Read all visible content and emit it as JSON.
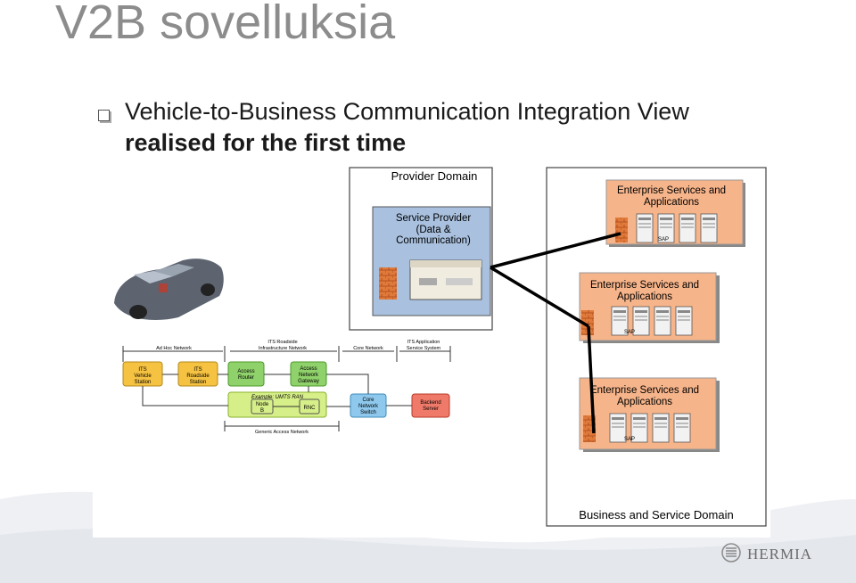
{
  "title": "V2B sovelluksia",
  "bullet": {
    "line1": "Vehicle-to-Business Communication Integration View",
    "line2": "realised for the first time"
  },
  "diagram": {
    "provider_domain": {
      "title": "Provider Domain",
      "service_provider": [
        "Service Provider",
        "(Data &",
        "Communication)"
      ]
    },
    "business_domain": {
      "title": "Business and Service Domain",
      "enterprise_label_1": "Enterprise Services and",
      "enterprise_label_2": "Applications",
      "server_badge": "SAP"
    },
    "network": {
      "top_labels": [
        "Ad Hoc Network",
        "ITS Roadside",
        "Infrastructure Network",
        "Core Network",
        "ITS Application",
        "Service System"
      ],
      "its_vehicle": [
        "ITS",
        "Vehicle",
        "Station"
      ],
      "its_roadside": [
        "ITS",
        "Roadside",
        "Station"
      ],
      "access_router": [
        "Access",
        "Router"
      ],
      "access_gateway": [
        "Access",
        "Network",
        "Gateway"
      ],
      "umts_label": "Example: UMTS RAN",
      "node_b": [
        "Node",
        "B"
      ],
      "rnc": "RNC",
      "core_switch": [
        "Core",
        "Network",
        "Switch"
      ],
      "backend": [
        "Backend",
        "Server"
      ],
      "bottom_label": "Generic Access Network"
    }
  },
  "footer": {
    "brand": "HERMIA"
  },
  "colors": {
    "title": "#8c8c8c",
    "provider_blue": "#a9c1df",
    "enterprise_orange": "#f6b48a",
    "firewall": "#e07a3a"
  }
}
